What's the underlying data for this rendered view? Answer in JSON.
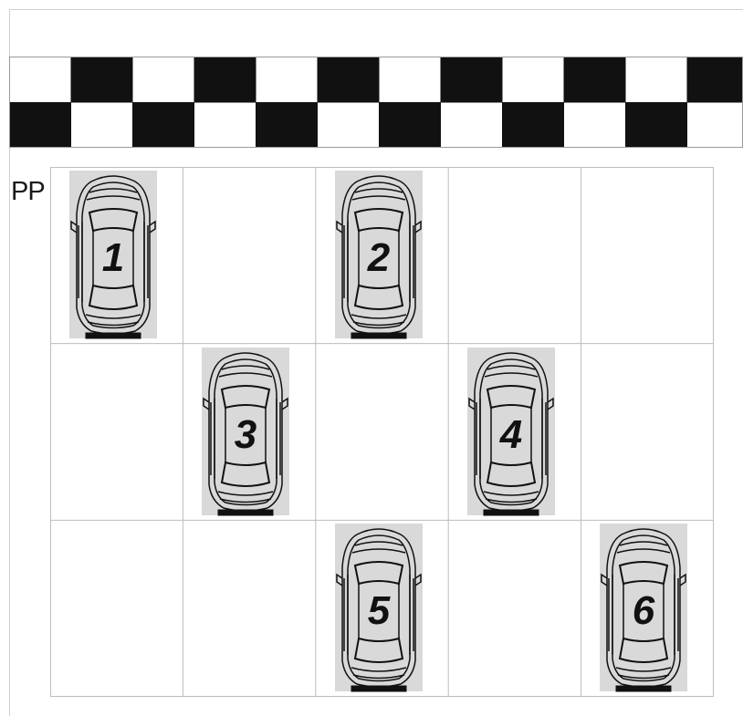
{
  "label": "PP",
  "grid": {
    "rows": 3,
    "cols": 5
  },
  "colors": {
    "checker_dark": "#111111",
    "checker_light": "#ffffff",
    "grid_line": "#bdbdbd",
    "car_bg": "#d9d9d9",
    "car_line": "#111111"
  },
  "cars": [
    {
      "number": "1",
      "row": 0,
      "col": 0
    },
    {
      "number": "2",
      "row": 0,
      "col": 2
    },
    {
      "number": "3",
      "row": 1,
      "col": 1
    },
    {
      "number": "4",
      "row": 1,
      "col": 3
    },
    {
      "number": "5",
      "row": 2,
      "col": 2
    },
    {
      "number": "6",
      "row": 2,
      "col": 4
    }
  ]
}
